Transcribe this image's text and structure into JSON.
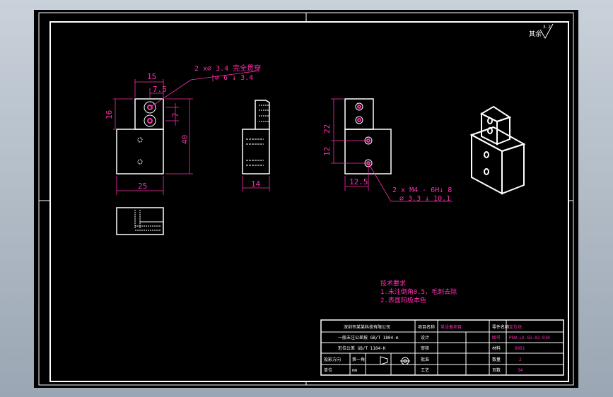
{
  "drawing": {
    "roughness_symbol": "3.2",
    "roughness_prefix": "其余",
    "notes": {
      "title": "技术要求",
      "lines": [
        "1.未注倒角0.5，毛刺去除",
        "2.表面阳极本色"
      ]
    },
    "dimensions": {
      "width_top": "15",
      "offset": "7.5",
      "height_top": "16",
      "total_height": "40",
      "hole_spacing": "7",
      "total_width": "25",
      "side_width": "14",
      "right_h1": "22",
      "right_h2": "12",
      "right_w": "12.5"
    },
    "callouts": {
      "holes_a_line1": "2 x∅ 3.4 完全贯穿",
      "holes_a_line2": "|∅ 6 ↓ 3.4",
      "holes_b_line1": "2 x  M4 - 6H↓ 8",
      "holes_b_line2": "∅ 3.3 ↓ 10.1"
    },
    "title_block": {
      "company": "深圳市某某科技有限公司",
      "tol1": "一般未注公差按 GB/T 1804-m",
      "tol2": "形位公差 GB/T 1184-K",
      "projection": "投影方向",
      "scale_label": "第一角",
      "units_label": "单位",
      "units_value": "mm",
      "name_label": "零件名称",
      "name_value": "定位块",
      "part_label": "图号",
      "part_value": "PSW-LX-GG-02-010",
      "material_label": "材料",
      "material_value": "6061",
      "qty_label": "数量",
      "qty_value": "2",
      "design_label": "设计",
      "check_label": "审核",
      "approve_label": "批准",
      "process_label": "工艺",
      "sheet_label": "页数",
      "sheet_value": "34",
      "project_label": "项目名称",
      "project_value": "某设备项目"
    }
  }
}
